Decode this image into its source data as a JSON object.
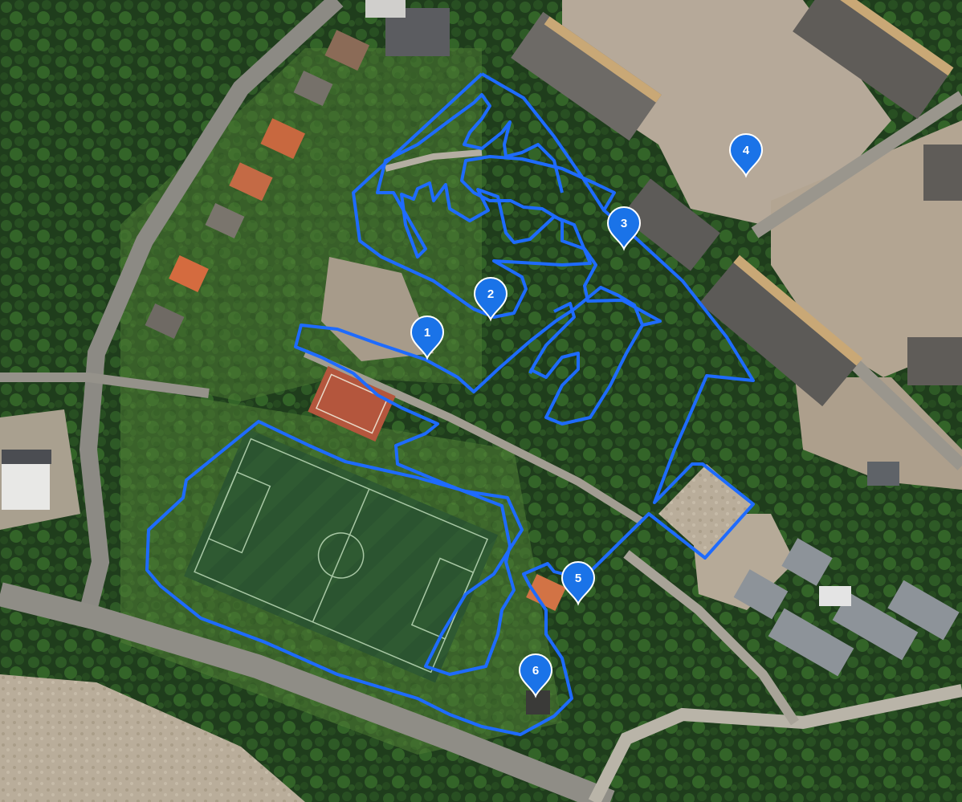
{
  "map": {
    "view": "satellite",
    "boundary_color": "#1e6bff",
    "pin_color": "#1a73e8",
    "pin_text_color": "#ffffff"
  },
  "markers": [
    {
      "label": "1"
    },
    {
      "label": "2"
    },
    {
      "label": "3"
    },
    {
      "label": "4"
    },
    {
      "label": "5"
    },
    {
      "label": "6"
    }
  ]
}
